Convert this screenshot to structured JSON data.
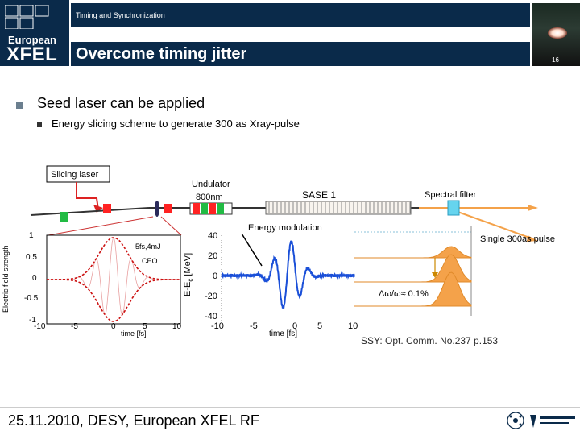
{
  "header": {
    "logo_line1": "European",
    "logo_line2": "XFEL",
    "topic": "Timing and Synchronization",
    "title": "Overcome timing jitter",
    "page_number": "16"
  },
  "content": {
    "bullet_main": "Seed laser can be applied",
    "bullet_sub": "Energy slicing scheme to generate 300 as Xray-pulse"
  },
  "diagram": {
    "slicing_laser": "Slicing laser",
    "undulator_line1": "Undulator",
    "undulator_line2": "800nm",
    "sase": "SASE 1",
    "spectral_filter": "Spectral filter",
    "energy_modulation": "Energy modulation",
    "single_pulse": "Single 300as pulse",
    "bandwidth": "Δω/ω≈ 0.1%",
    "plot1": {
      "ylabel": "Electric field strength",
      "xlabel": "time [fs]",
      "annotation1": "5fs,4mJ",
      "annotation2": "CEO",
      "xticks": [
        "-10",
        "-5",
        "0",
        "5",
        "10"
      ],
      "yticks": [
        "1",
        "0.5",
        "0",
        "-0.5",
        "-1"
      ]
    },
    "plot2": {
      "ylabel": "E-E",
      "ylabel_sub": "c",
      "ylabel_unit": " [MeV]",
      "xlabel": "time [fs]",
      "xticks": [
        "-10",
        "-5",
        "0",
        "5",
        "10"
      ],
      "yticks": [
        "40",
        "20",
        "0",
        "-20",
        "-40"
      ]
    }
  },
  "source": "SSY: Opt. Comm. No.237 p.153",
  "footer": {
    "text": "25.11.2010, DESY, European XFEL RF"
  },
  "colors": {
    "navy": "#0a2a4a",
    "laser_red": "#ff0000",
    "green": "#22bb44",
    "orange": "#f4a24a",
    "blue_trace": "#1a4fd8"
  }
}
